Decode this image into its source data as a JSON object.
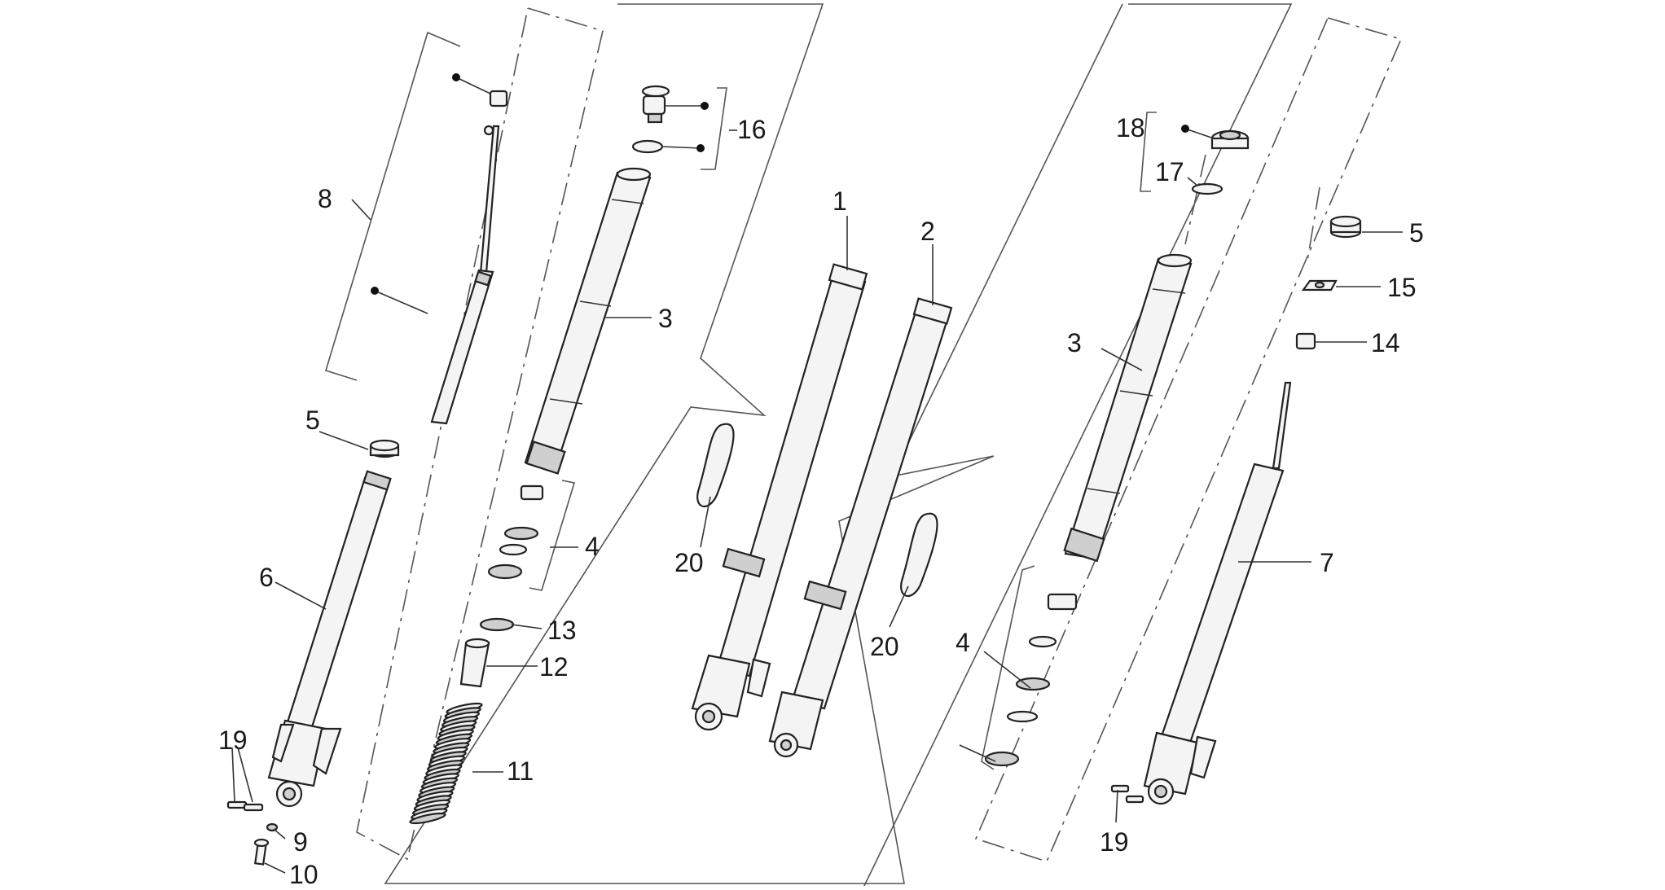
{
  "callouts": [
    {
      "id": "c8",
      "label": "8"
    },
    {
      "id": "c5a",
      "label": "5"
    },
    {
      "id": "c6",
      "label": "6"
    },
    {
      "id": "c19a",
      "label": "19"
    },
    {
      "id": "c9",
      "label": "9"
    },
    {
      "id": "c10",
      "label": "10"
    },
    {
      "id": "c16",
      "label": "16"
    },
    {
      "id": "c3a",
      "label": "3"
    },
    {
      "id": "c4a",
      "label": "4"
    },
    {
      "id": "c13",
      "label": "13"
    },
    {
      "id": "c12",
      "label": "12"
    },
    {
      "id": "c11",
      "label": "11"
    },
    {
      "id": "c1",
      "label": "1"
    },
    {
      "id": "c2",
      "label": "2"
    },
    {
      "id": "c20a",
      "label": "20"
    },
    {
      "id": "c20b",
      "label": "20"
    },
    {
      "id": "c18",
      "label": "18"
    },
    {
      "id": "c17",
      "label": "17"
    },
    {
      "id": "c3b",
      "label": "3"
    },
    {
      "id": "c4b",
      "label": "4"
    },
    {
      "id": "c5b",
      "label": "5"
    },
    {
      "id": "c15",
      "label": "15"
    },
    {
      "id": "c14",
      "label": "14"
    },
    {
      "id": "c7",
      "label": "7"
    },
    {
      "id": "c19b",
      "label": "19"
    }
  ]
}
